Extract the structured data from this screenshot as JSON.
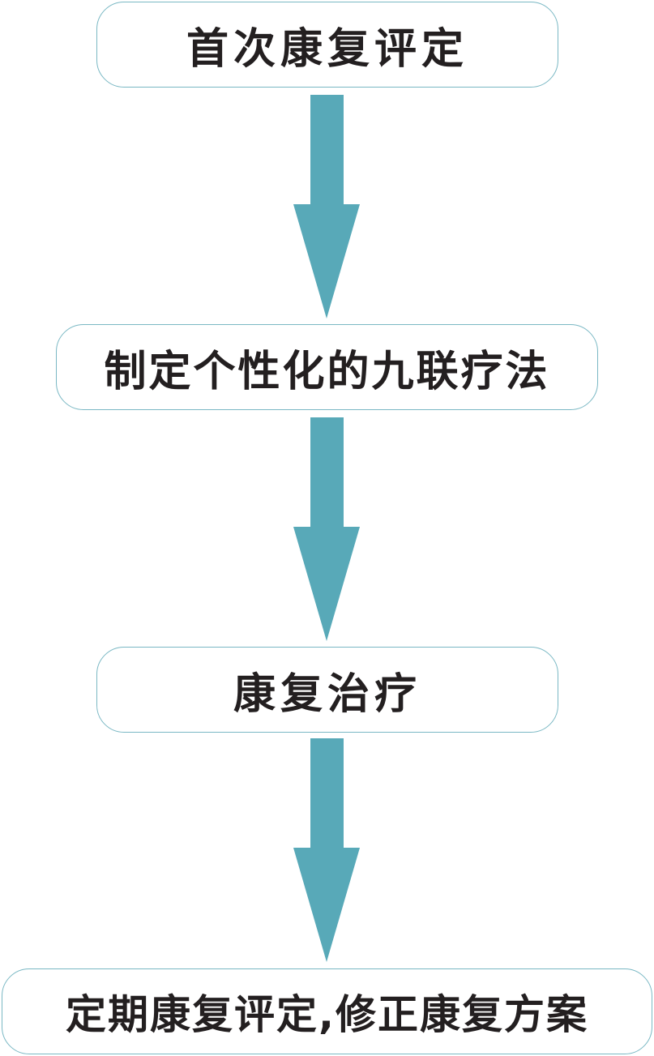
{
  "flowchart": {
    "steps": [
      {
        "label": "首次康复评定"
      },
      {
        "label": "制定个性化的九联疗法"
      },
      {
        "label": "康复治疗"
      },
      {
        "label": "定期康复评定,修正康复方案"
      }
    ],
    "colors": {
      "arrow": "#58a9b8",
      "box_border": "#7ab8c4",
      "text": "#231f20",
      "background": "#ffffff"
    }
  }
}
